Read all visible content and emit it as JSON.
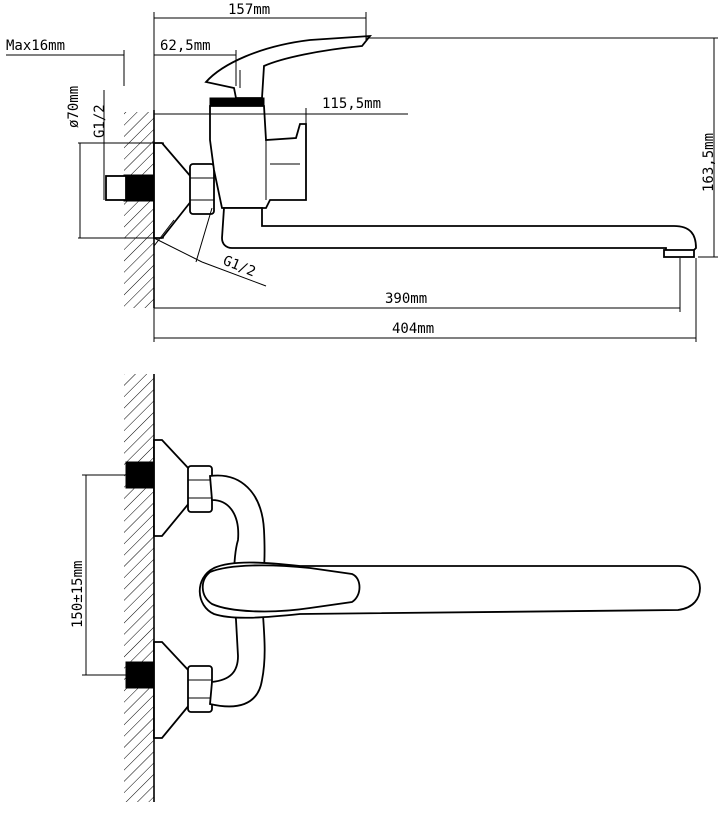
{
  "top_view": {
    "dim_157": "157mm",
    "dim_max16": "Max16mm",
    "dim_62_5": "62,5mm",
    "dim_70": "ø70mm",
    "dim_g12_left": "G1/2",
    "dim_115_5": "115,5mm",
    "dim_163_5": "163,5mm",
    "dim_g12_bottom": "G1/2",
    "dim_390": "390mm",
    "dim_404": "404mm"
  },
  "bottom_view": {
    "dim_150": "150±15mm"
  }
}
